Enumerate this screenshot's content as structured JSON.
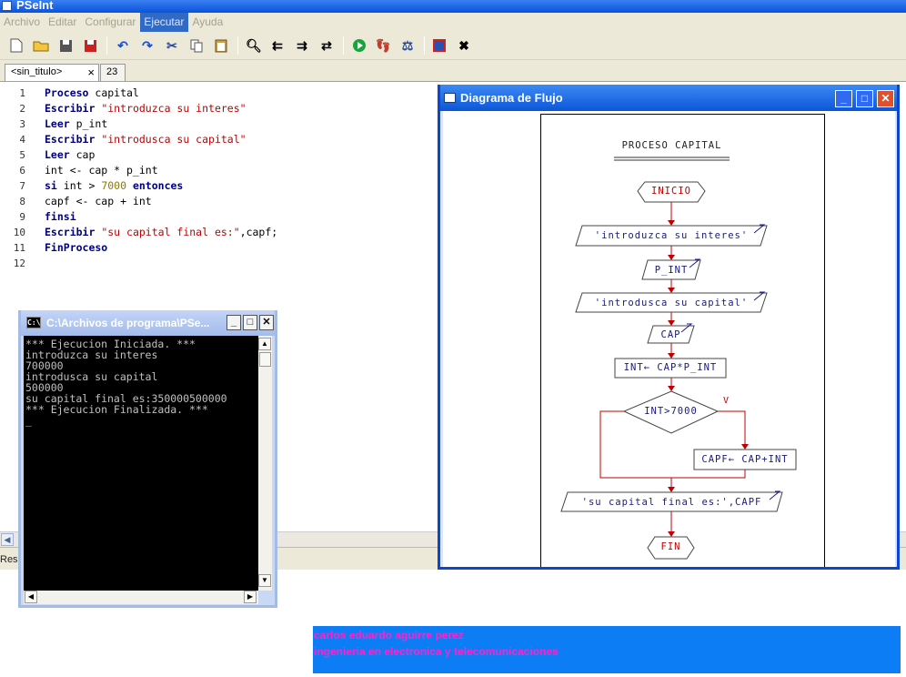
{
  "app": {
    "title": "PSeInt"
  },
  "menu": {
    "items": [
      "Archivo",
      "Editar",
      "Configurar",
      "Ejecutar",
      "Ayuda"
    ],
    "selected": "Ejecutar"
  },
  "tabs": [
    {
      "label": "<sin_titulo>",
      "close": "×"
    },
    {
      "label": "23"
    }
  ],
  "code": {
    "lines": [
      {
        "num": "1",
        "kw1": "Proceso",
        "rest": " capital"
      },
      {
        "num": "2",
        "kw1": "Escribir",
        "str": "\"introduzca su interes\""
      },
      {
        "num": "3",
        "kw1": "Leer",
        "rest": " p_int"
      },
      {
        "num": "4",
        "kw1": "Escribir",
        "str": "\"introdusca su capital\""
      },
      {
        "num": "5",
        "kw1": "Leer",
        "rest": " cap"
      },
      {
        "num": "6",
        "text": "int <- cap * p_int"
      },
      {
        "num": "7",
        "kw1": "si",
        "mid": " int > ",
        "numlit": "7000",
        "kw2": " entonces"
      },
      {
        "num": "8",
        "text": "capf <- cap + int"
      },
      {
        "num": "9",
        "kw1": "finsi"
      },
      {
        "num": "10",
        "kw1": "Escribir",
        "str": "\"su capital final es:\"",
        "rest2": ",capf;"
      },
      {
        "num": "11",
        "kw1": "FinProceso"
      },
      {
        "num": "12"
      }
    ]
  },
  "results_panel": {
    "label": "Res"
  },
  "console": {
    "title": "C:\\Archivos de programa\\PSe...",
    "icon_label": "C:\\",
    "output": "*** Ejecucion Iniciada. ***\nintroduzca su interes\n700000\nintrodusca su capital\n500000\nsu capital final es:350000500000\n*** Ejecucion Finalizada. ***\n_"
  },
  "flow_window": {
    "title": "Diagrama de Flujo",
    "diagram": {
      "header": "PROCESO CAPITAL",
      "start": "INICIO",
      "out1": "'introduzca su interes'",
      "in1": "P_INT",
      "out2": "'introdusca su capital'",
      "in2": "CAP",
      "assign1": "INT← CAP*P_INT",
      "decision": "INT>7000",
      "true_label": "V",
      "assign2": "CAPF← CAP+INT",
      "out3": "'su capital final es:',CAPF",
      "end": "FIN"
    }
  },
  "footer": {
    "line1": "carlos eduardo aguirre perez",
    "line2": "ingenieria en electronica y telecomunicaciones"
  },
  "colors": {
    "flow_lines": "#c00000",
    "flow_text": "#1a1a7a",
    "terminal_text": "#c00000"
  }
}
